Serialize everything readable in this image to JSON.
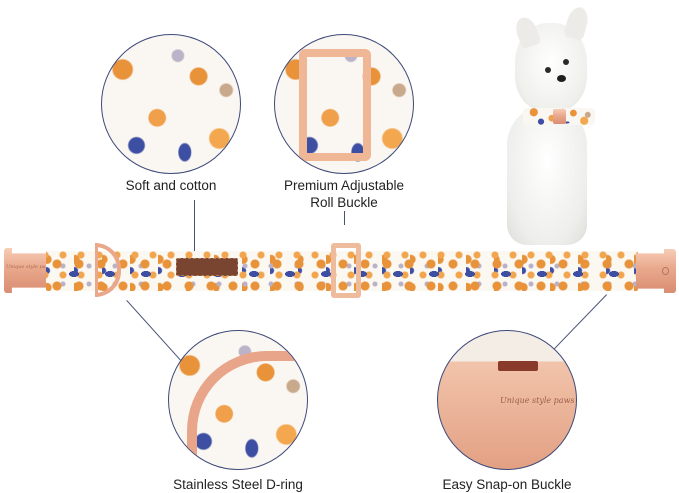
{
  "features": [
    {
      "id": "soft-cotton",
      "label": "Soft and cotton"
    },
    {
      "id": "roll-buckle",
      "label_line1": "Premium Adjustable",
      "label_line2": "Roll Buckle"
    },
    {
      "id": "d-ring",
      "label": "Stainless Steel D-ring"
    },
    {
      "id": "snap-buckle",
      "label": "Easy Snap-on Buckle"
    }
  ],
  "brand_engraving": "Unique style paws",
  "colors": {
    "line": "#3e4a7a",
    "rose_gold": "#e9a88c",
    "floral_orange": "#e8923a",
    "floral_blue": "#3d4fa3",
    "leather": "#7a4530"
  }
}
